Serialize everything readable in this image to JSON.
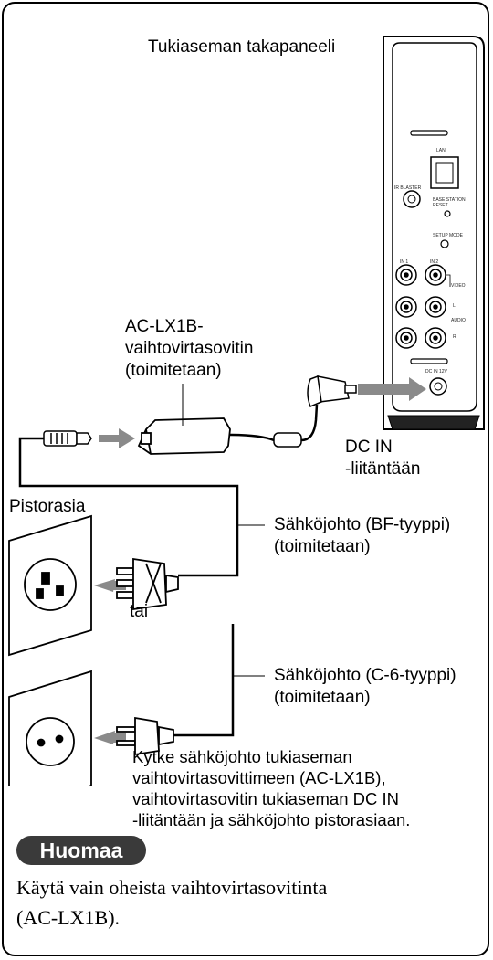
{
  "labels": {
    "back_panel": "Tukiaseman takapaneeli",
    "adapter": "AC-LX1B-\nvaihtovirtasovitin\n(toimitetaan)",
    "dc_in": "DC IN\n-liitäntään",
    "outlet": "Pistorasia",
    "cord_bf": "Sähköjohto (BF-tyyppi)\n(toimitetaan)",
    "or": "tai",
    "cord_c6": "Sähköjohto (C-6-tyyppi)\n(toimitetaan)",
    "instruction": "Kytke sähköjohto tukiaseman\nvaihtovirtasovittimeen (AC-LX1B),\nvaihtovirtasovitin tukiaseman DC IN\n-liitäntään ja sähköjohto pistorasiaan."
  },
  "panel_labels": {
    "lan": "LAN",
    "ir_blaster": "IR BLASTER",
    "reset": "BASE STATION\nRESET",
    "setup_mode": "SETUP MODE",
    "in1": "IN 1",
    "in2": "IN 2",
    "video": "VIDEO",
    "audio": "AUDIO",
    "l": "L",
    "r": "R",
    "dc_in_12v": "DC IN 12V"
  },
  "note": {
    "title": "Huomaa",
    "text": "Käytä vain oheista vaihtovirtasovitinta\n(AC-LX1B)."
  }
}
